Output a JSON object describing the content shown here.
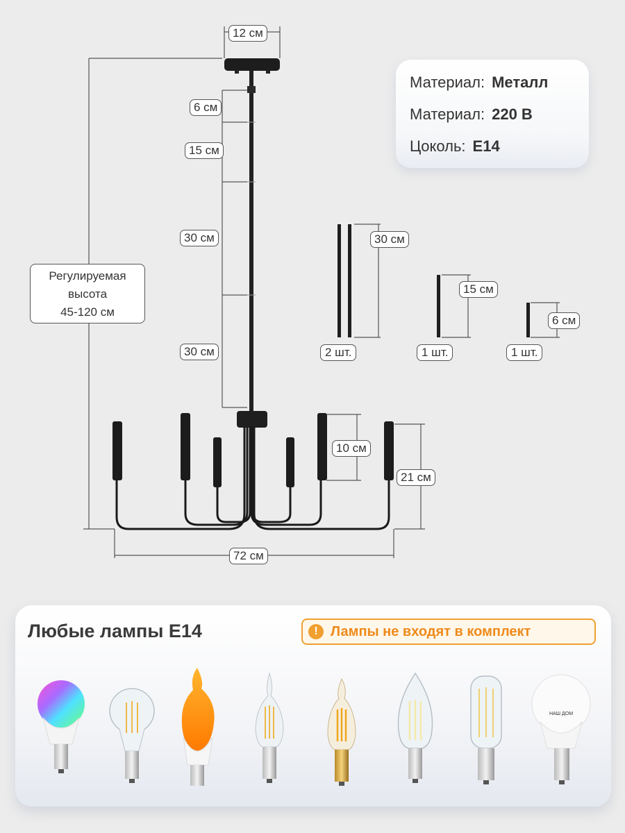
{
  "dimensions": {
    "canopy_width": "12 см",
    "seg_6": "6 см",
    "seg_15": "15 см",
    "seg_30_a": "30 см",
    "seg_30_b": "30 см",
    "arm_10": "10 см",
    "arm_21": "21 см",
    "width_72": "72 см"
  },
  "adjustable_height": {
    "line1": "Регулируемая",
    "line2": "высота",
    "line3": "45-120 см"
  },
  "rods": [
    {
      "length": "30 см",
      "qty": "2 шт."
    },
    {
      "length": "15 см",
      "qty": "1 шт."
    },
    {
      "length": "6 см",
      "qty": "1 шт."
    }
  ],
  "specs": [
    {
      "label": "Материал:",
      "value": "Металл"
    },
    {
      "label": "Материал:",
      "value": "220 В"
    },
    {
      "label": "Цоколь:",
      "value": "E14"
    }
  ],
  "lamps_panel": {
    "title": "Любые лампы E14",
    "warning_icon": "!",
    "warning": "Лампы не входят в комплект",
    "accent_color": "#f0a030",
    "bulb_icons": [
      "rgb-bulb-icon",
      "globe-filament-bulb-icon",
      "flame-bulb-icon",
      "candle-tip-filament-bulb-icon",
      "amber-candle-filament-bulb-icon",
      "candle-filament-bulb-icon",
      "tubular-filament-bulb-icon",
      "led-globe-bulb-icon"
    ],
    "led_bulb_brand": "НАШ ДОМ"
  }
}
